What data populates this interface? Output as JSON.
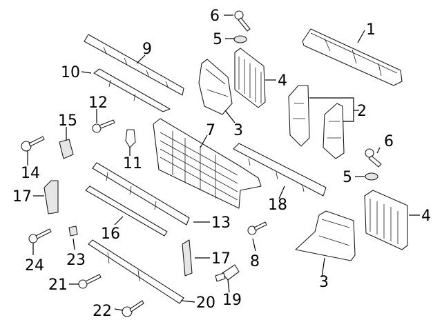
{
  "callouts": [
    {
      "id": "c1",
      "text": "1"
    },
    {
      "id": "c2",
      "text": "2"
    },
    {
      "id": "c3a",
      "text": "3"
    },
    {
      "id": "c3b",
      "text": "3"
    },
    {
      "id": "c4a",
      "text": "4"
    },
    {
      "id": "c4b",
      "text": "4"
    },
    {
      "id": "c5a",
      "text": "5"
    },
    {
      "id": "c5b",
      "text": "5"
    },
    {
      "id": "c6a",
      "text": "6"
    },
    {
      "id": "c6b",
      "text": "6"
    },
    {
      "id": "c7",
      "text": "7"
    },
    {
      "id": "c8",
      "text": "8"
    },
    {
      "id": "c9",
      "text": "9"
    },
    {
      "id": "c10",
      "text": "10"
    },
    {
      "id": "c11",
      "text": "11"
    },
    {
      "id": "c12",
      "text": "12"
    },
    {
      "id": "c13",
      "text": "13"
    },
    {
      "id": "c14",
      "text": "14"
    },
    {
      "id": "c15",
      "text": "15"
    },
    {
      "id": "c16",
      "text": "16"
    },
    {
      "id": "c17a",
      "text": "17"
    },
    {
      "id": "c17b",
      "text": "17"
    },
    {
      "id": "c18",
      "text": "18"
    },
    {
      "id": "c19",
      "text": "19"
    },
    {
      "id": "c20",
      "text": "20"
    },
    {
      "id": "c21",
      "text": "21"
    },
    {
      "id": "c22",
      "text": "22"
    },
    {
      "id": "c23",
      "text": "23"
    },
    {
      "id": "c24",
      "text": "24"
    }
  ]
}
